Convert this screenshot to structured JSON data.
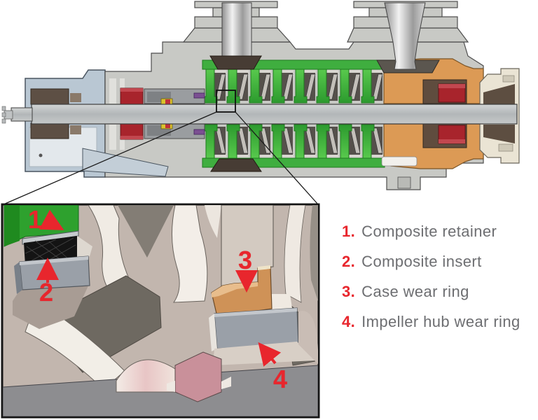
{
  "legend": {
    "items": [
      {
        "number": "1.",
        "label": "Composite retainer"
      },
      {
        "number": "2.",
        "label": "Composite insert"
      },
      {
        "number": "3.",
        "label": "Case wear ring"
      },
      {
        "number": "4.",
        "label": "Impeller hub wear ring"
      }
    ]
  },
  "inset": {
    "callout_1": "1",
    "callout_2": "2",
    "callout_3": "3",
    "callout_4": "4"
  },
  "colors": {
    "callout_red": "#e8262d",
    "legend_label_gray": "#6d6e71",
    "diffuser_green": "#3fae3f",
    "discharge_orange": "#dc9a55",
    "casing_gray": "#c8c9c5",
    "shaft_gray": "#b7babb",
    "bearing_housing_blue": "#b9c7d3",
    "bearing_red": "#a8242c",
    "right_housing_cream": "#eae4d4",
    "inset_background": "#c2b6ae",
    "wear_ring_orange": "#cf9257",
    "composite_insert_black": "#141414"
  }
}
